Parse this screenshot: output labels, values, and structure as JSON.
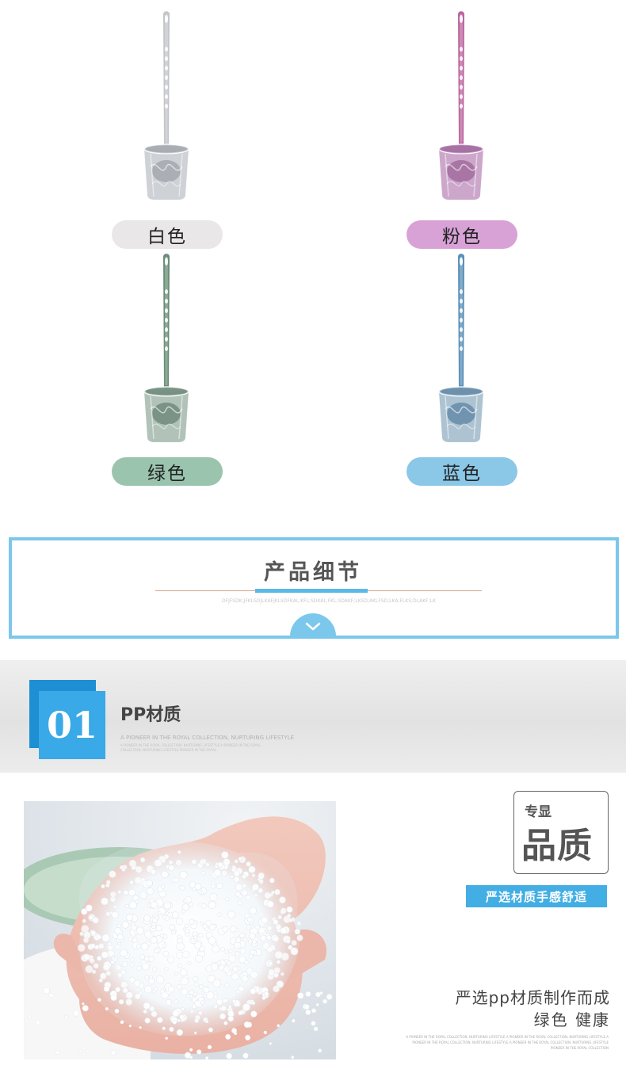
{
  "swatches": [
    {
      "label": "白色",
      "pill_color": "#e9e7e7",
      "handle_color": "#b9bbbf",
      "bowl_color": "#c9ccd2",
      "ball_color": "#8e9199"
    },
    {
      "label": "粉色",
      "pill_color": "#d8a2d7",
      "handle_color": "#b04a8e",
      "bowl_color": "#c69dc5",
      "ball_color": "#8d4d86"
    },
    {
      "label": "绿色",
      "pill_color": "#9ac4ae",
      "handle_color": "#4f7a5f",
      "bowl_color": "#a8bdb1",
      "ball_color": "#4f6b5d"
    },
    {
      "label": "蓝色",
      "pill_color": "#8bc7e6",
      "handle_color": "#3b7baa",
      "bowl_color": "#a5bccd",
      "ball_color": "#3e6d93"
    }
  ],
  "detail": {
    "title": "产品细节",
    "subtitle": "DFJFSDK;JFKLSDJLKAFJKLSDFKAL;KFL;SDKAL;FKL;SDAKF;LKSD;AKLFSD;LKA;FLKS;DLAKF;LK",
    "accent": "#7cc7ec"
  },
  "section": {
    "number": "01",
    "title": "PP材质",
    "subtitle": "A PIONEER IN THE ROYAL COLLECTION, NURTURING LIFESTYLE",
    "fine_print": "A PIONEER IN THE ROYAL COLLECTION, NURTURING LIFESTYLE A PIONEER IN THE ROYAL COLLECTION, NURTURING LIFESTYLE PIONEER IN THE ROYAL"
  },
  "quality": {
    "small": "专显",
    "big": "品质",
    "label": "严选材质手感舒适"
  },
  "description": {
    "line1": "严选pp材质制作而成",
    "line2": "绿色  健康",
    "fine_print": "A PIONEER IN THE ROYAL COLLECTION, NURTURING LIFESTYLE A PIONEER IN THE ROYAL COLLECTION, NURTURING LIFESTYLE A PIONEER IN THE ROYAL COLLECTION, NURTURING LIFESTYLE A PIONEER IN THE ROYAL COLLECTION, NURTURING LIFESTYLE PIONEER IN THE ROYAL COLLECTION"
  }
}
